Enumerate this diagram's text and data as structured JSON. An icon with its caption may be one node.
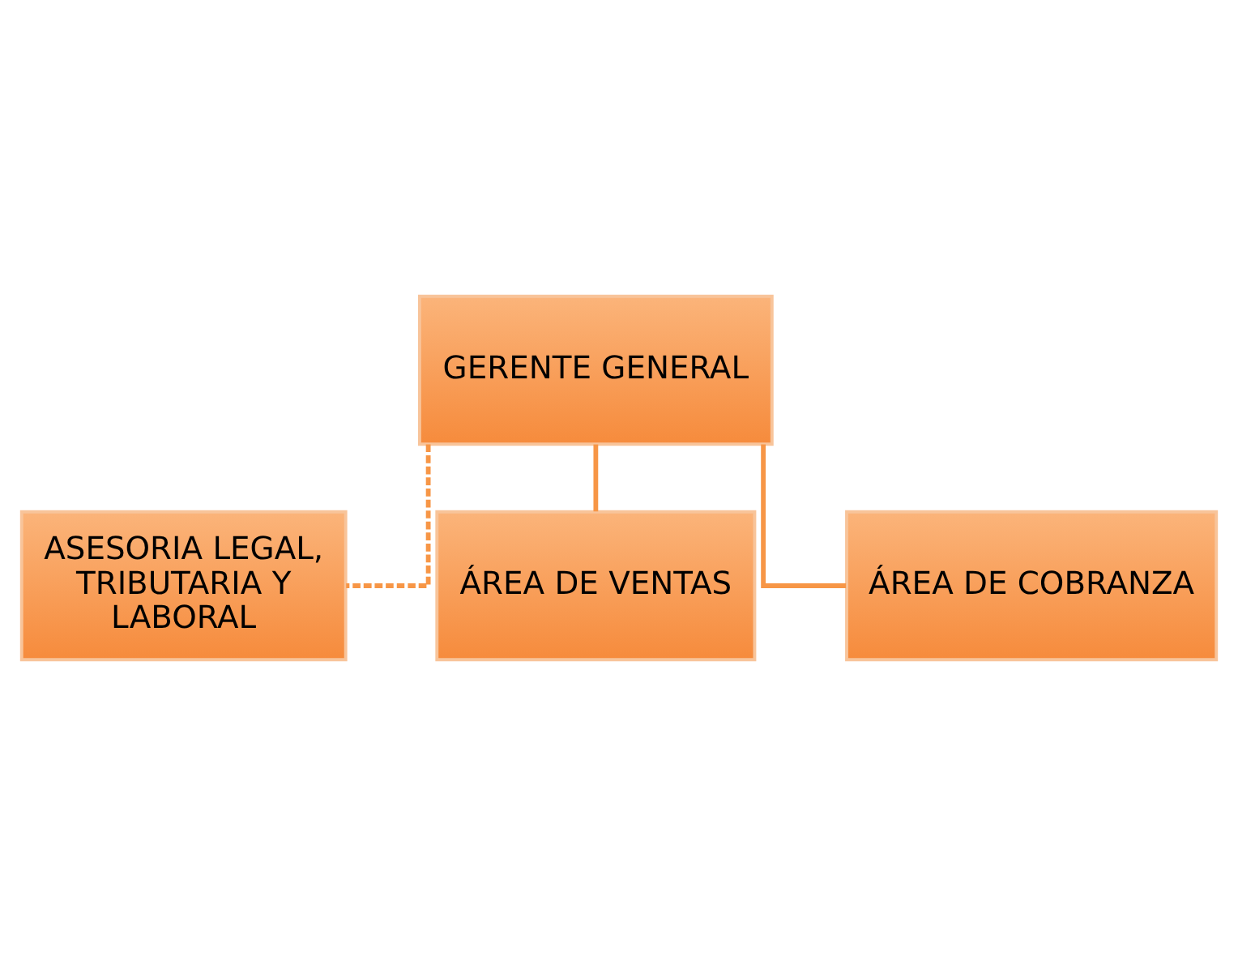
{
  "diagram": {
    "nodes": [
      {
        "text": [
          "GERENTE GENERAL"
        ]
      },
      {
        "text": [
          "ASESORIA LEGAL, TRIBUTARIA Y LABORAL"
        ]
      },
      {
        "text": [
          "ÁREA DE VENTAS"
        ]
      },
      {
        "text": [
          "ÁREA DE COBRANZA"
        ]
      }
    ],
    "edges": [
      {
        "from": 0,
        "to": 1,
        "arrow": "none",
        "style": "dashed"
      },
      {
        "from": 0,
        "to": 2,
        "arrow": "none"
      },
      {
        "from": 0,
        "to": 3,
        "arrow": "none"
      }
    ]
  }
}
